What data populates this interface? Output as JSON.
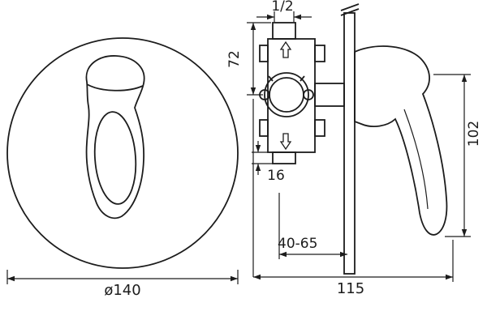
{
  "drawing": {
    "kind": "mixer-valve-technical-drawing",
    "background_color": "#ffffff",
    "line_color": "#1c1c1c",
    "front_view": {
      "diameter": "ø140"
    },
    "side_view": {
      "thread": "1/2",
      "inlet_height": "72",
      "outlet_offset": "16",
      "depth_range": "40-65",
      "overall_width": "115",
      "handle_height": "102"
    }
  }
}
